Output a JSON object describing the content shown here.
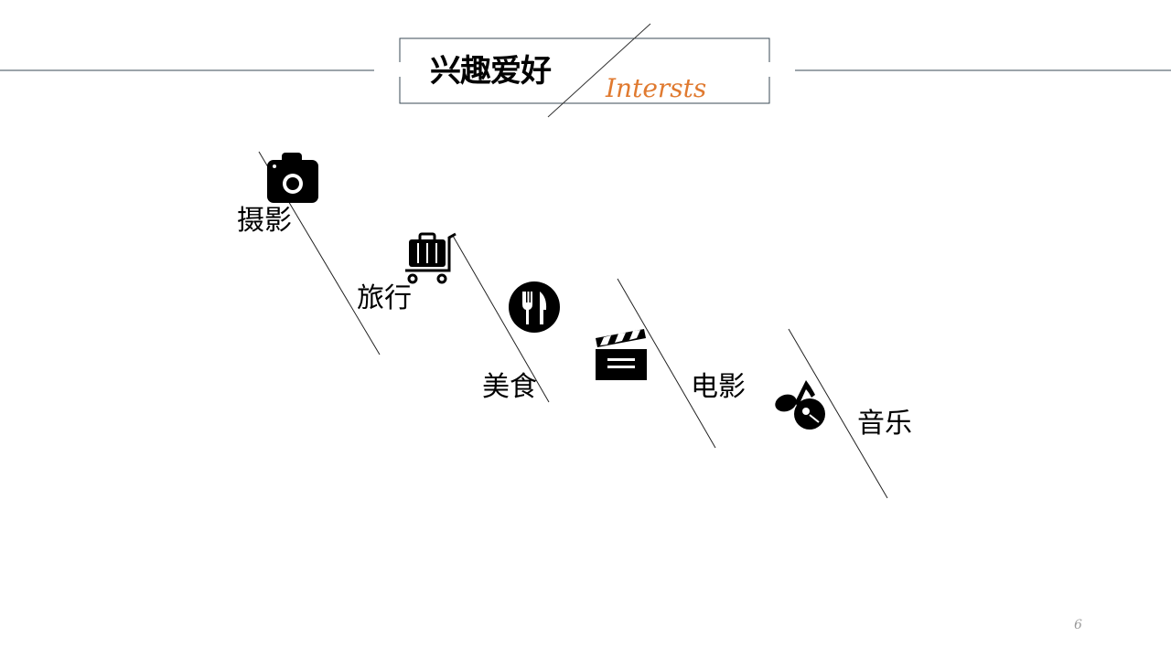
{
  "header": {
    "title": "兴趣爱好",
    "subtitle": "Intersts"
  },
  "hobbies": [
    {
      "label": "摄影",
      "icon": "camera-icon"
    },
    {
      "label": "旅行",
      "icon": "luggage-cart-icon"
    },
    {
      "label": "美食",
      "icon": "fork-knife-icon"
    },
    {
      "label": "电影",
      "icon": "clapperboard-icon"
    },
    {
      "label": "音乐",
      "icon": "music-note-icon"
    }
  ],
  "page_number": "6",
  "colors": {
    "accent": "#e07a30",
    "line": "#3a4a55"
  }
}
